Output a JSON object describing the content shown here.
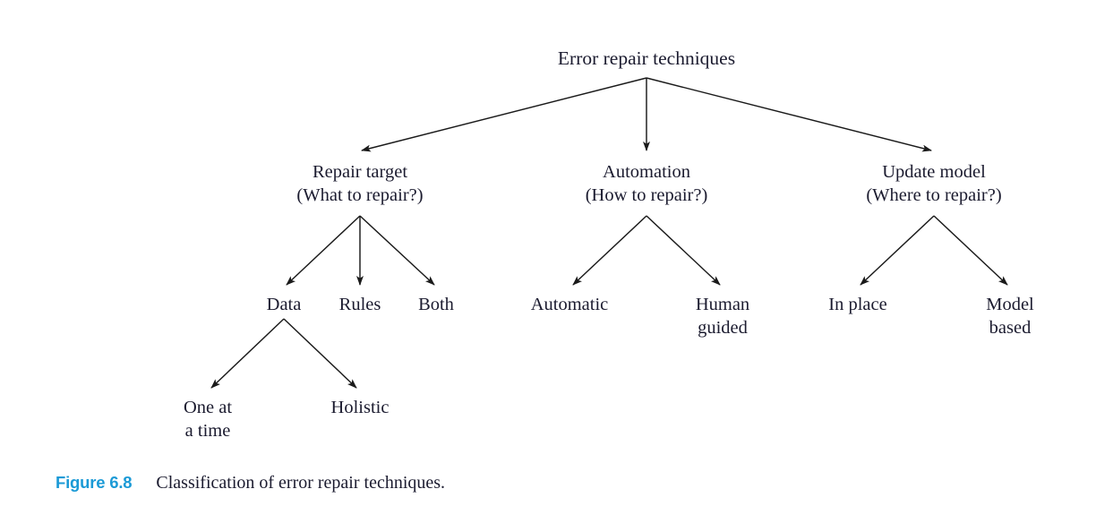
{
  "figure": {
    "type": "tree-diagram",
    "title_node": "Error repair techniques",
    "caption_label": "Figure 6.8",
    "caption_text": "Classification of error repair techniques.",
    "caption_label_color": "#1b9ad6",
    "text_color": "#1b1b2f",
    "line_color": "#1a1a1a",
    "background": "#ffffff"
  },
  "nodes": {
    "root": {
      "line1": "Error repair techniques"
    },
    "level2": [
      {
        "line1": "Repair target",
        "line2": "(What to repair?)"
      },
      {
        "line1": "Automation",
        "line2": "(How to repair?)"
      },
      {
        "line1": "Update model",
        "line2": "(Where to repair?)"
      }
    ],
    "level3": [
      {
        "line1": "Data",
        "line2": ""
      },
      {
        "line1": "Rules",
        "line2": ""
      },
      {
        "line1": "Both",
        "line2": ""
      },
      {
        "line1": "Automatic",
        "line2": ""
      },
      {
        "line1": "Human",
        "line2": "guided"
      },
      {
        "line1": "In place",
        "line2": ""
      },
      {
        "line1": "Model",
        "line2": "based"
      }
    ],
    "level4": [
      {
        "line1": "One at",
        "line2": "a time"
      },
      {
        "line1": "Holistic",
        "line2": ""
      }
    ]
  },
  "hierarchy": {
    "Error repair techniques": [
      "Repair target",
      "Automation",
      "Update model"
    ],
    "Repair target": [
      "Data",
      "Rules",
      "Both"
    ],
    "Automation": [
      "Automatic",
      "Human guided"
    ],
    "Update model": [
      "In place",
      "Model based"
    ],
    "Data": [
      "One at a time",
      "Holistic"
    ]
  }
}
